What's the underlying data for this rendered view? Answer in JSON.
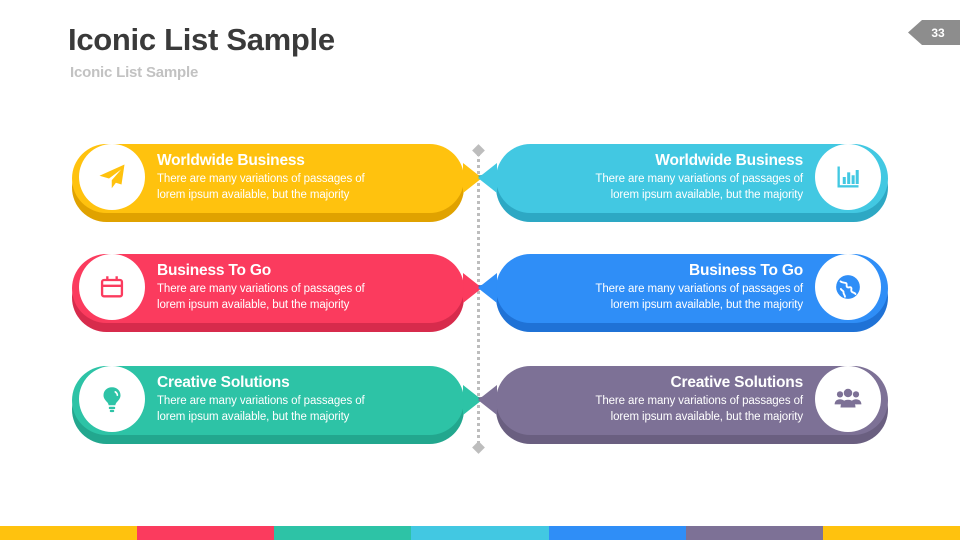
{
  "header": {
    "title": "Iconic List Sample",
    "subtitle": "Iconic List Sample",
    "page_number": "33",
    "title_color": "#3a3a3a",
    "subtitle_color": "#c2c2c2",
    "badge_color": "#8d8d8d"
  },
  "divider": {
    "color": "#bdbdbd",
    "style": "dotted-vertical-with-diamond-caps"
  },
  "cards": [
    {
      "side": "left",
      "row": 1,
      "title": "Worldwide Business",
      "description_line1": "There are many variations of passages of",
      "description_line2": "lorem ipsum available, but the majority",
      "icon": "paper-plane-icon",
      "color": "#ffc20e",
      "shadow_color": "#e0a200"
    },
    {
      "side": "right",
      "row": 1,
      "title": "Worldwide Business",
      "description_line1": "There are many variations of passages of",
      "description_line2": "lorem ipsum available, but the majority",
      "icon": "bar-chart-icon",
      "color": "#42c8e2",
      "shadow_color": "#2da8c4"
    },
    {
      "side": "left",
      "row": 2,
      "title": "Business To Go",
      "description_line1": "There are many variations of passages of",
      "description_line2": "lorem ipsum available, but the majority",
      "icon": "calendar-icon",
      "color": "#fb3b5e",
      "shadow_color": "#d72b4c"
    },
    {
      "side": "right",
      "row": 2,
      "title": "Business To Go",
      "description_line1": "There are many variations of passages of",
      "description_line2": "lorem ipsum available, but the majority",
      "icon": "globe-icon",
      "color": "#2f8ef7",
      "shadow_color": "#1f72d6"
    },
    {
      "side": "left",
      "row": 3,
      "title": "Creative Solutions",
      "description_line1": "There are many variations of passages of",
      "description_line2": "lorem ipsum available, but the majority",
      "icon": "lightbulb-icon",
      "color": "#2dc3a6",
      "shadow_color": "#22a78e"
    },
    {
      "side": "right",
      "row": 3,
      "title": "Creative Solutions",
      "description_line1": "There are many variations of passages of",
      "description_line2": "lorem ipsum available, but the majority",
      "icon": "people-group-icon",
      "color": "#7d7196",
      "shadow_color": "#6a5f80"
    }
  ],
  "footer_bar": {
    "segments": [
      {
        "color": "#ffc20e"
      },
      {
        "color": "#fb3b5e"
      },
      {
        "color": "#2dc3a6"
      },
      {
        "color": "#42c8e2"
      },
      {
        "color": "#2f8ef7"
      },
      {
        "color": "#7d7196"
      },
      {
        "color": "#ffc20e"
      }
    ]
  }
}
